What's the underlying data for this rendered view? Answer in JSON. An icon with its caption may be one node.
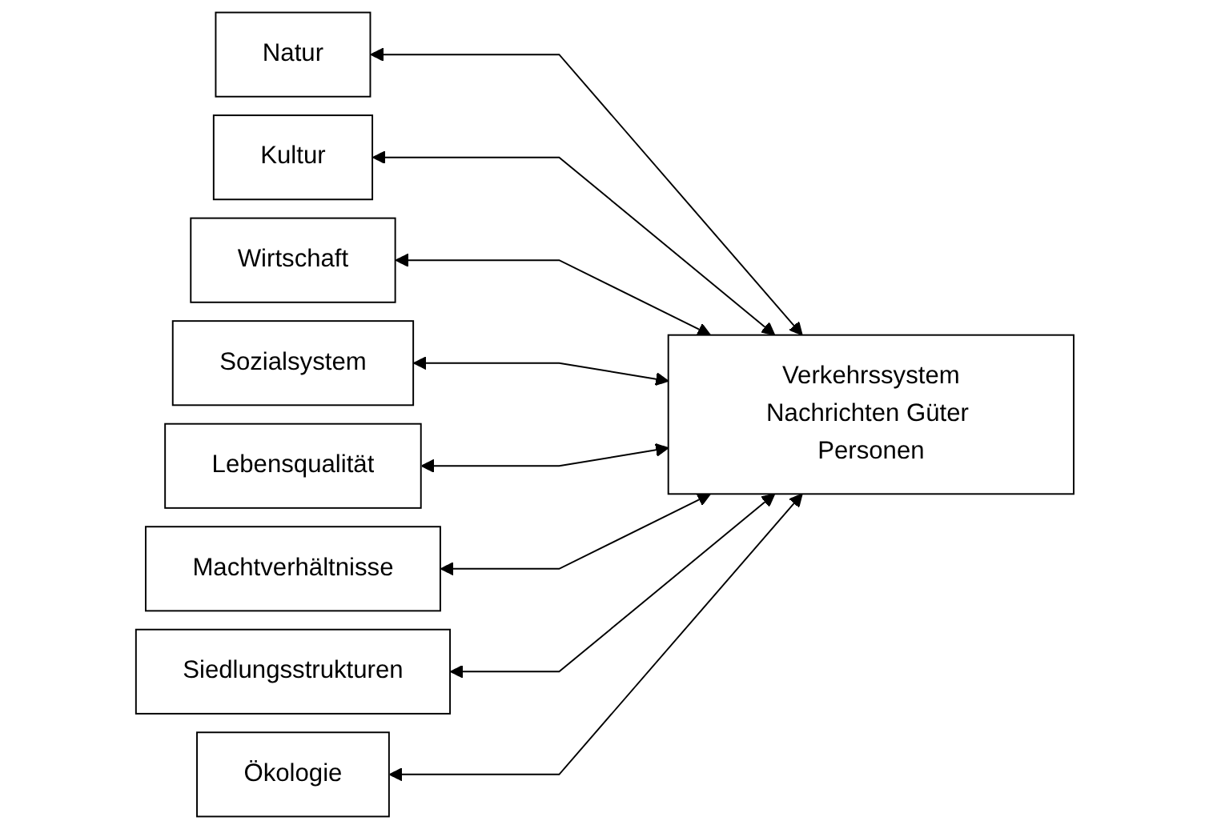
{
  "diagram": {
    "nodes": [
      {
        "text": [
          "Natur"
        ]
      },
      {
        "text": [
          "Kultur"
        ]
      },
      {
        "text": [
          "Verkehrssystem",
          "Nachrichten Güter Personen"
        ]
      },
      {
        "text": [
          "Wirtschaft"
        ]
      },
      {
        "text": [
          "Sozialsystem"
        ]
      },
      {
        "text": [
          "Lebensqualität"
        ]
      },
      {
        "text": [
          "Machtverhältnisse"
        ]
      },
      {
        "text": [
          "Ökologie"
        ]
      },
      {
        "text": [
          "Siedlungsstrukturen"
        ]
      }
    ],
    "edges": [
      {
        "from": 0,
        "to": 2,
        "arrow": "both"
      },
      {
        "from": 1,
        "to": 2,
        "arrow": "both"
      },
      {
        "from": 3,
        "to": 2,
        "arrow": "both"
      },
      {
        "from": 4,
        "to": 2,
        "arrow": "both"
      },
      {
        "from": 5,
        "to": 2,
        "arrow": "both"
      },
      {
        "from": 6,
        "to": 2,
        "arrow": "both"
      },
      {
        "from": 8,
        "to": 2,
        "arrow": "both"
      },
      {
        "from": 7,
        "to": 2,
        "arrow": "both"
      }
    ]
  }
}
